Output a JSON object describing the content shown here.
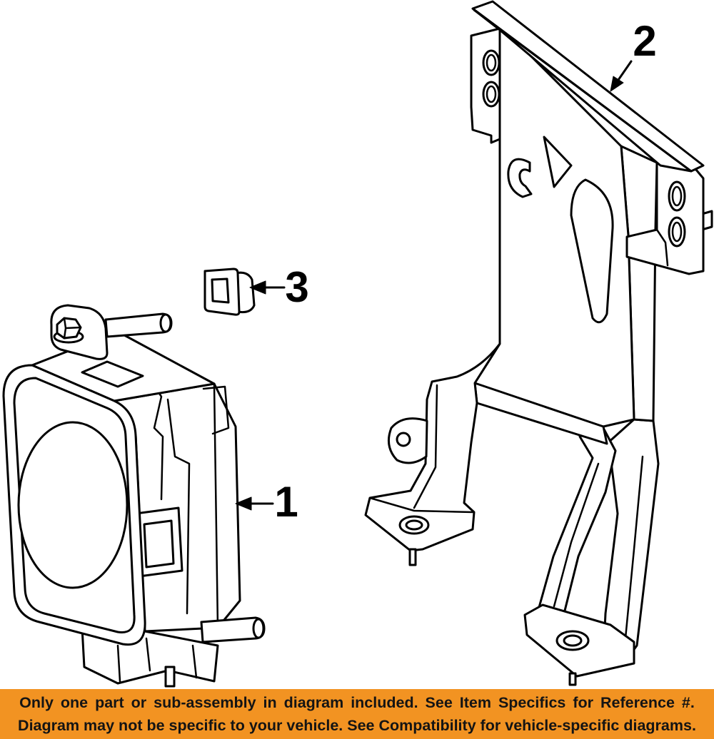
{
  "callouts": [
    {
      "label": "1"
    },
    {
      "label": "2"
    },
    {
      "label": "3"
    }
  ],
  "banner": {
    "line1": "Only one part or sub-assembly in diagram included. See Item Specifics for Reference #.",
    "line2": "Diagram may not be specific to your vehicle. See Compatibility for vehicle-specific diagrams."
  },
  "colors": {
    "banner_background": "#F29322",
    "banner_text": "#141414",
    "line_art": "#000000",
    "background": "#FFFFFF"
  }
}
